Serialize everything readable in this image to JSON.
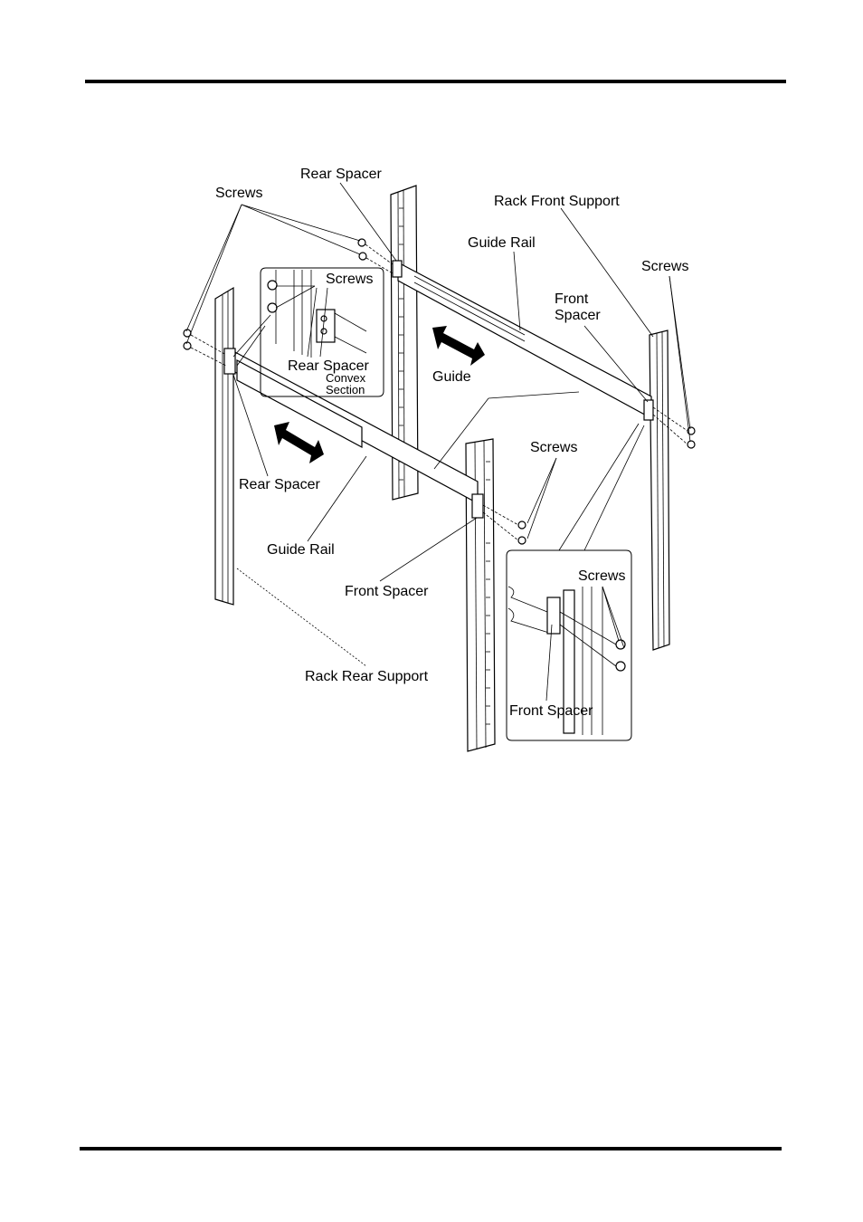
{
  "labels": {
    "screws_top_left": "Screws",
    "rear_spacer_top": "Rear Spacer",
    "rack_front_support": "Rack Front Support",
    "guide_rail_top": "Guide Rail",
    "screws_right": "Screws",
    "screws_inset": "Screws",
    "front_spacer_top_line1": "Front",
    "front_spacer_top_line2": "Spacer",
    "rear_spacer_inset": "Rear Spacer",
    "convex": "Convex",
    "section": "Section",
    "guide": "Guide",
    "rear_spacer_left": "Rear Spacer",
    "screws_middle": "Screws",
    "guide_rail_bottom": "Guide Rail",
    "front_spacer_middle": "Front Spacer",
    "screws_inset2": "Screws",
    "rack_rear_support": "Rack Rear Support",
    "front_spacer_inset2": "Front Spacer"
  }
}
